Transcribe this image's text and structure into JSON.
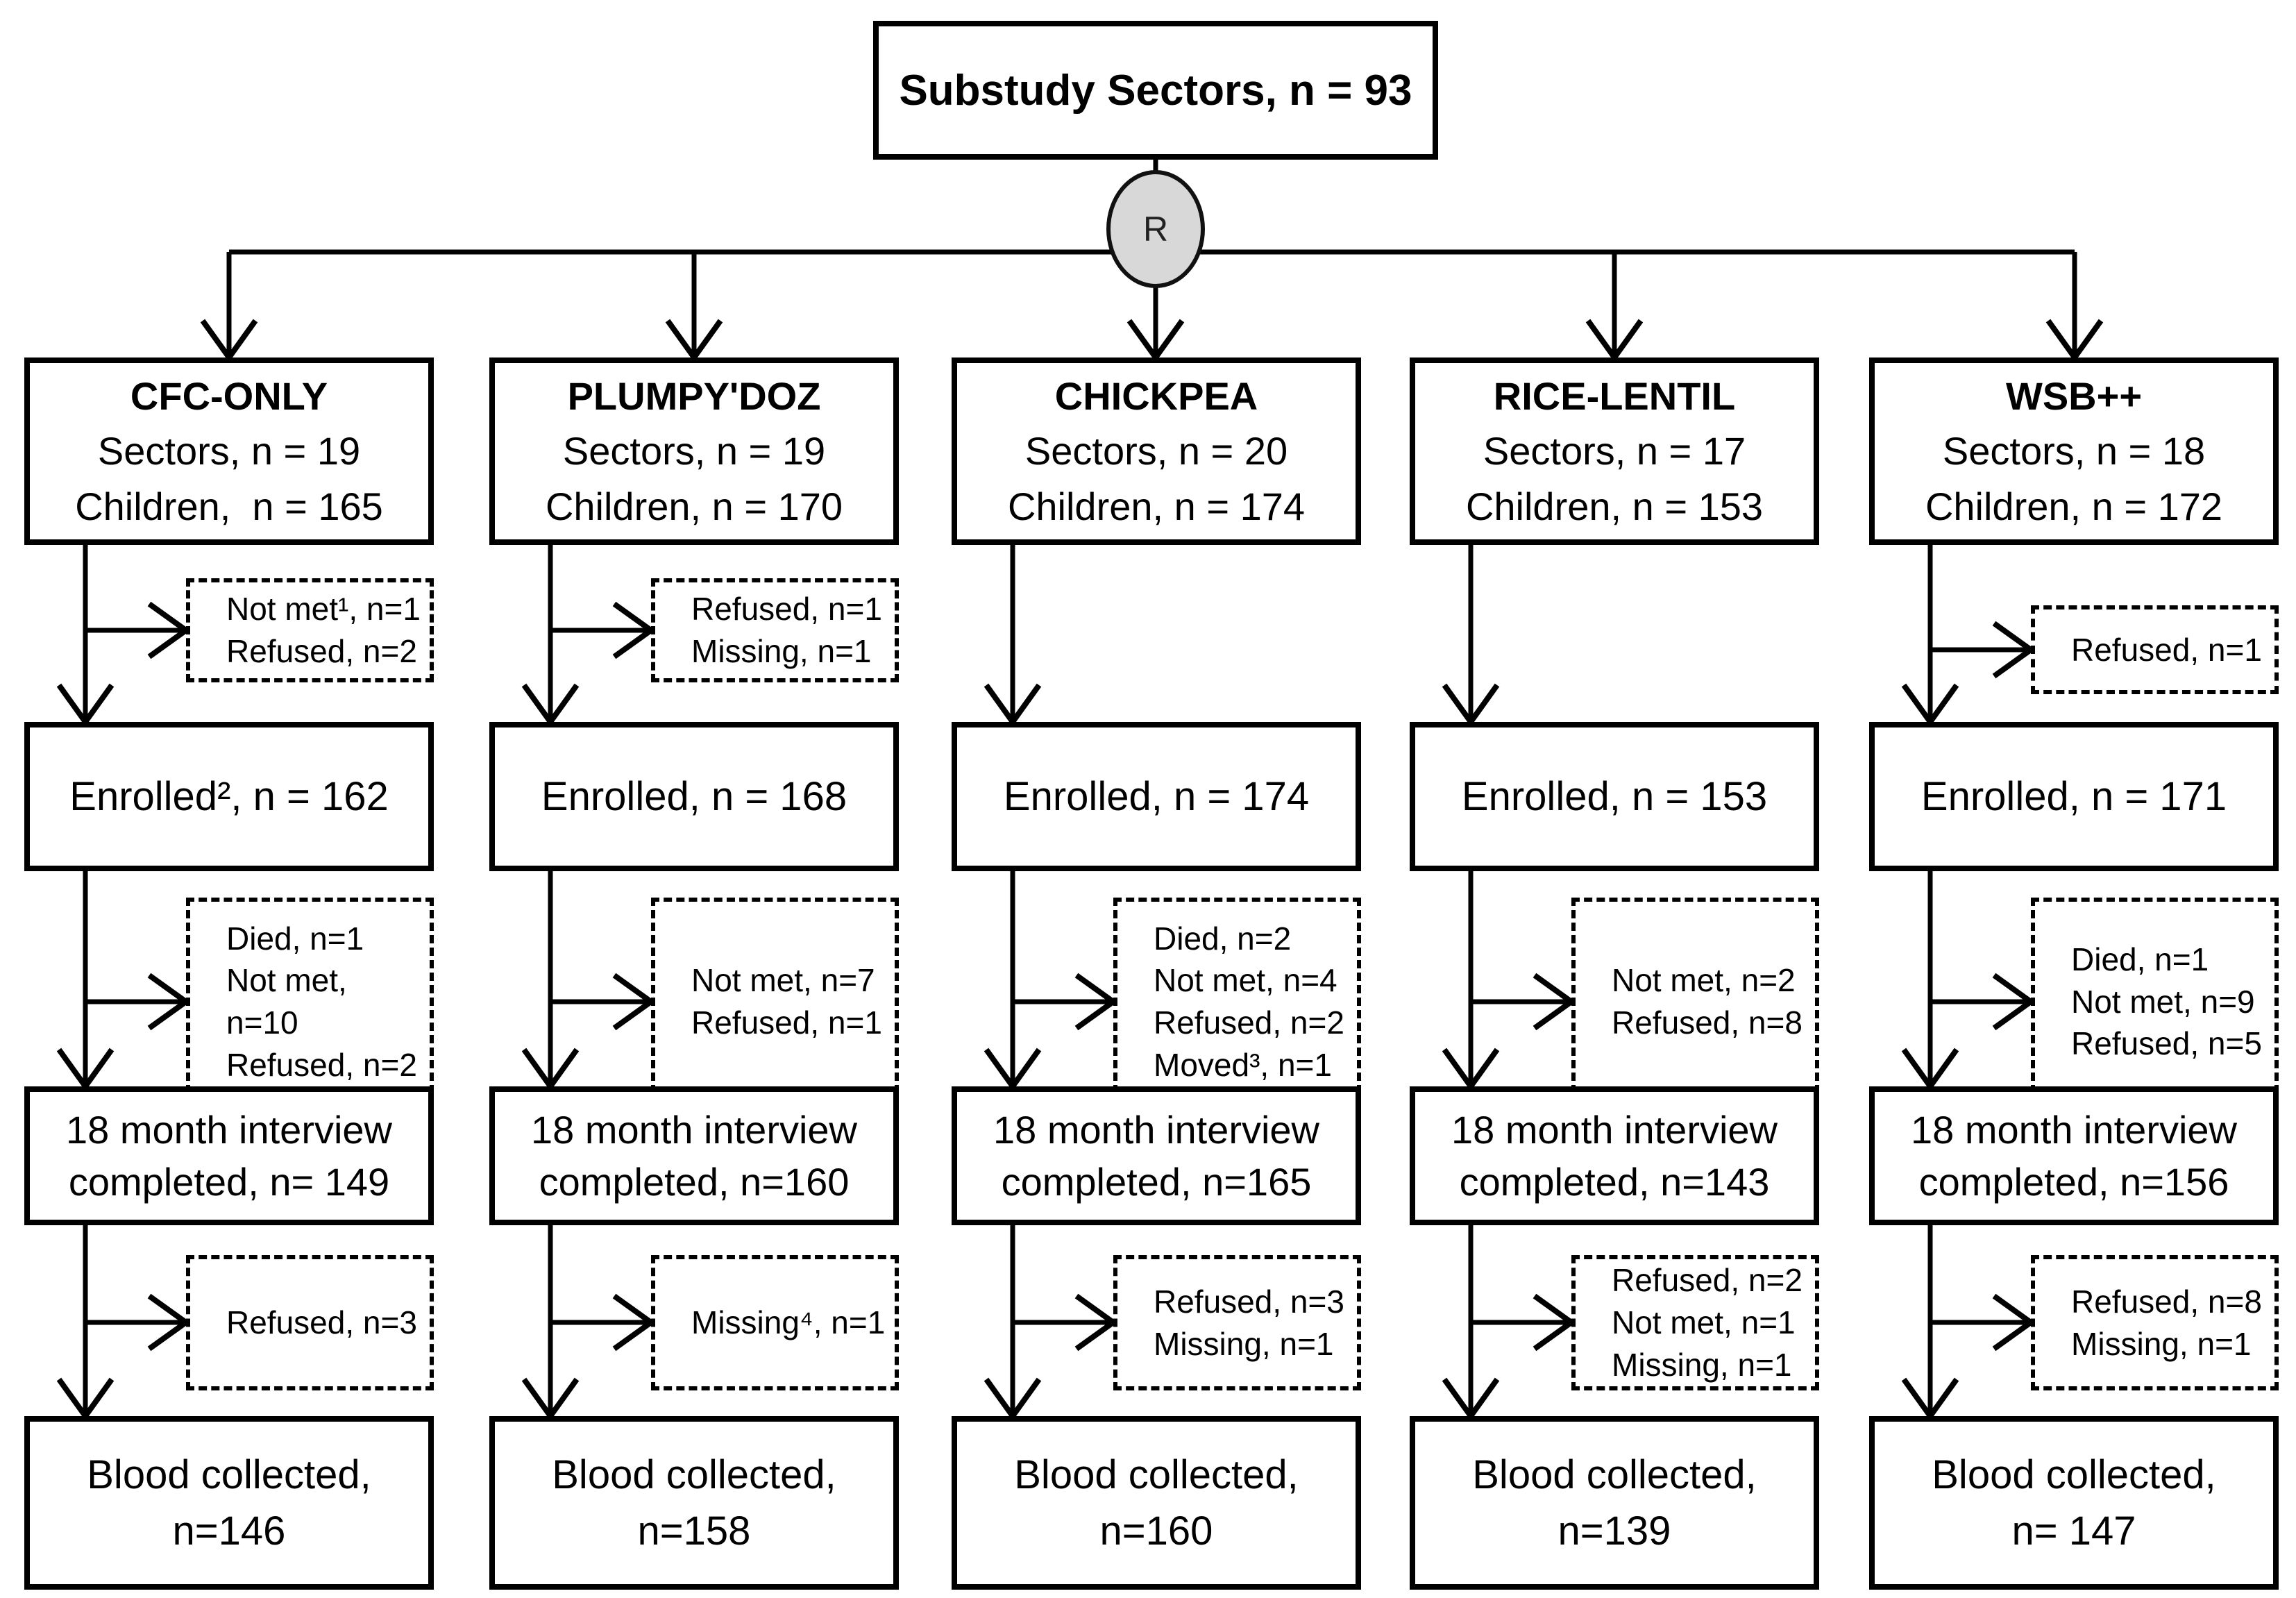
{
  "title": "Substudy Sectors, n = 93",
  "randomization_label": "R",
  "colors": {
    "line": "#000000",
    "node_fill": "#d8d8d8",
    "background": "#ffffff"
  },
  "columns": [
    {
      "arm": "CFC-ONLY",
      "sectors": "Sectors, n = 19",
      "children": "Children,  n = 165",
      "excl1": [
        "Not met¹, n=1",
        "Refused, n=2"
      ],
      "enrolled": "Enrolled², n = 162",
      "excl2": [
        "Died, n=1",
        "Not met, n=10",
        "Refused, n=2"
      ],
      "interview": "18 month interview\ncompleted, n= 149",
      "excl3": [
        "Refused, n=3"
      ],
      "blood": "Blood collected,\nn=146"
    },
    {
      "arm": "PLUMPY'DOZ",
      "sectors": "Sectors, n = 19",
      "children": "Children, n = 170",
      "excl1": [
        "Refused, n=1",
        "Missing, n=1"
      ],
      "enrolled": "Enrolled, n = 168",
      "excl2": [
        "Not met, n=7",
        "Refused, n=1"
      ],
      "interview": "18 month interview\ncompleted, n=160",
      "excl3": [
        "Missing⁴, n=1"
      ],
      "blood": "Blood collected,\nn=158"
    },
    {
      "arm": "CHICKPEA",
      "sectors": "Sectors, n = 20",
      "children": "Children, n = 174",
      "excl1": [],
      "enrolled": "Enrolled, n = 174",
      "excl2": [
        "Died, n=2",
        "Not met, n=4",
        "Refused, n=2",
        "Moved³, n=1"
      ],
      "interview": "18 month interview\ncompleted, n=165",
      "excl3": [
        "Refused, n=3",
        "Missing, n=1"
      ],
      "blood": "Blood collected,\nn=160"
    },
    {
      "arm": "RICE-LENTIL",
      "sectors": "Sectors, n = 17",
      "children": "Children, n = 153",
      "excl1": [],
      "enrolled": "Enrolled, n = 153",
      "excl2": [
        "Not met, n=2",
        "Refused, n=8"
      ],
      "interview": "18 month interview\ncompleted, n=143",
      "excl3": [
        "Refused, n=2",
        "Not met, n=1",
        "Missing, n=1"
      ],
      "blood": "Blood collected,\nn=139"
    },
    {
      "arm": "WSB++",
      "sectors": "Sectors, n = 18",
      "children": "Children, n = 172",
      "excl1": [
        "Refused, n=1"
      ],
      "enrolled": "Enrolled, n = 171",
      "excl2": [
        "Died, n=1",
        "Not met, n=9",
        "Refused, n=5"
      ],
      "interview": "18 month interview\ncompleted, n=156",
      "excl3": [
        "Refused, n=8",
        "Missing, n=1"
      ],
      "blood": "Blood collected,\nn= 147"
    }
  ]
}
